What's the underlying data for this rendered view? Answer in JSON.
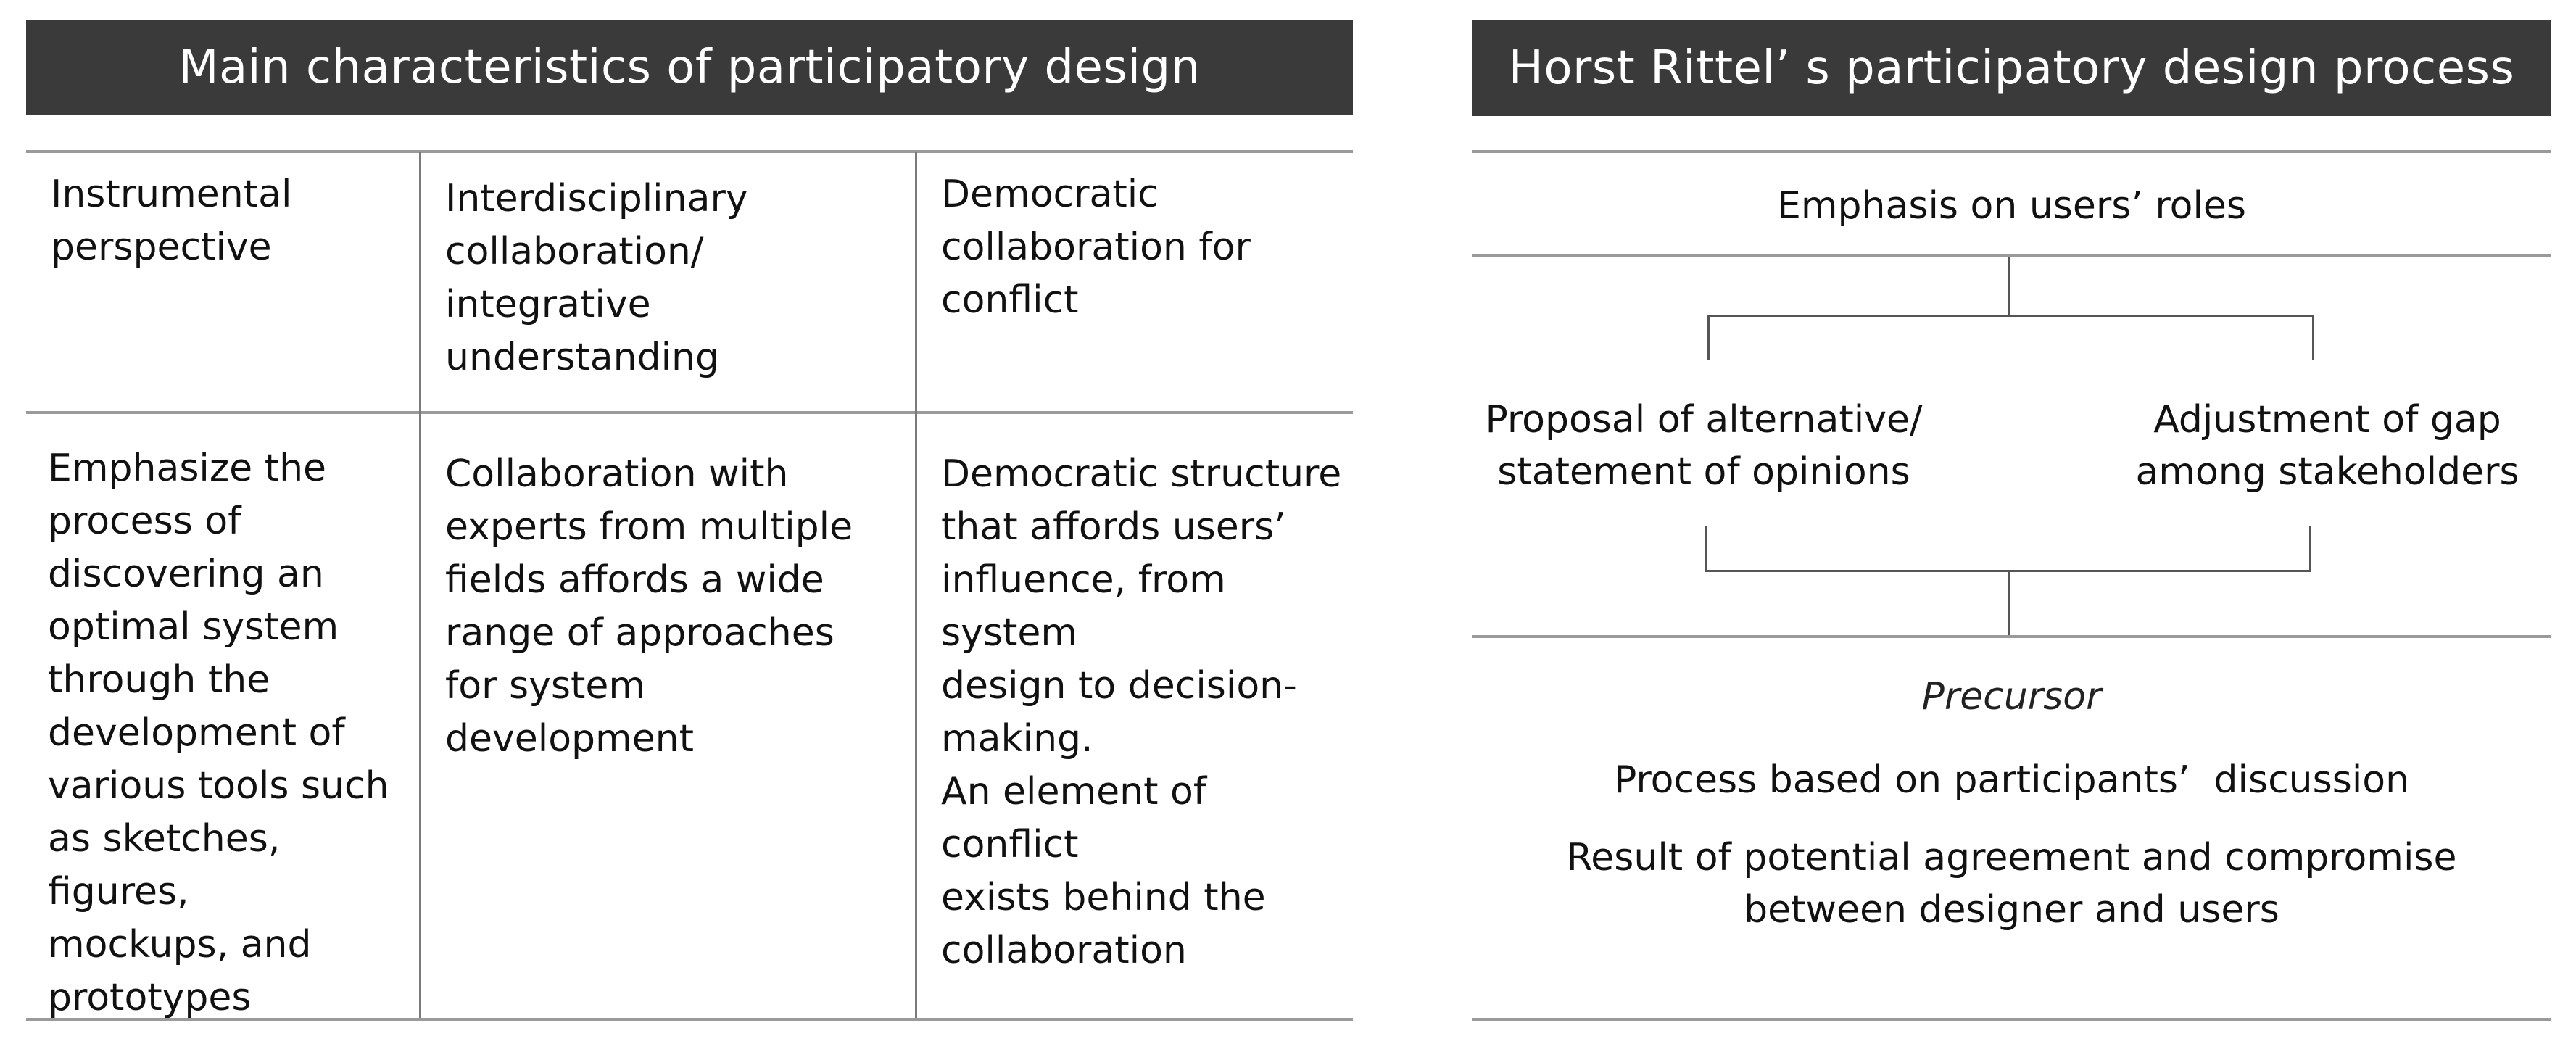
{
  "left_table": {
    "title": "Main characteristics of participatory design",
    "columns": [
      {
        "header": "Instrumental\nperspective",
        "body": "Emphasize the\nprocess of\ndiscovering an\noptimal system\nthrough the\ndevelopment of\nvarious tools such\nas sketches, figures,\nmockups, and\nprototypes"
      },
      {
        "header": "Interdisciplinary\ncollaboration/\nintegrative\nunderstanding",
        "body": "Collaboration with\nexperts from multiple\nfields affords a wide\nrange of approaches\nfor system\ndevelopment"
      },
      {
        "header": "Democratic\ncollaboration for\nconflict",
        "body": "Democratic structure\nthat affords users’\ninfluence, from system\ndesign to decision-\nmaking.\nAn element of conflict\nexists behind the\ncollaboration"
      }
    ]
  },
  "right_panel": {
    "title": "Horst Rittel’ s participatory design process",
    "emphasis": "Emphasis on users’ roles",
    "branch_left": "Proposal of alternative/\nstatement of opinions",
    "branch_right": "Adjustment of gap\namong stakeholders",
    "precursor_label": "Precursor",
    "precursor_items": [
      "Process based on participants’  discussion",
      "Result of potential agreement and compromise\nbetween designer and users"
    ]
  }
}
